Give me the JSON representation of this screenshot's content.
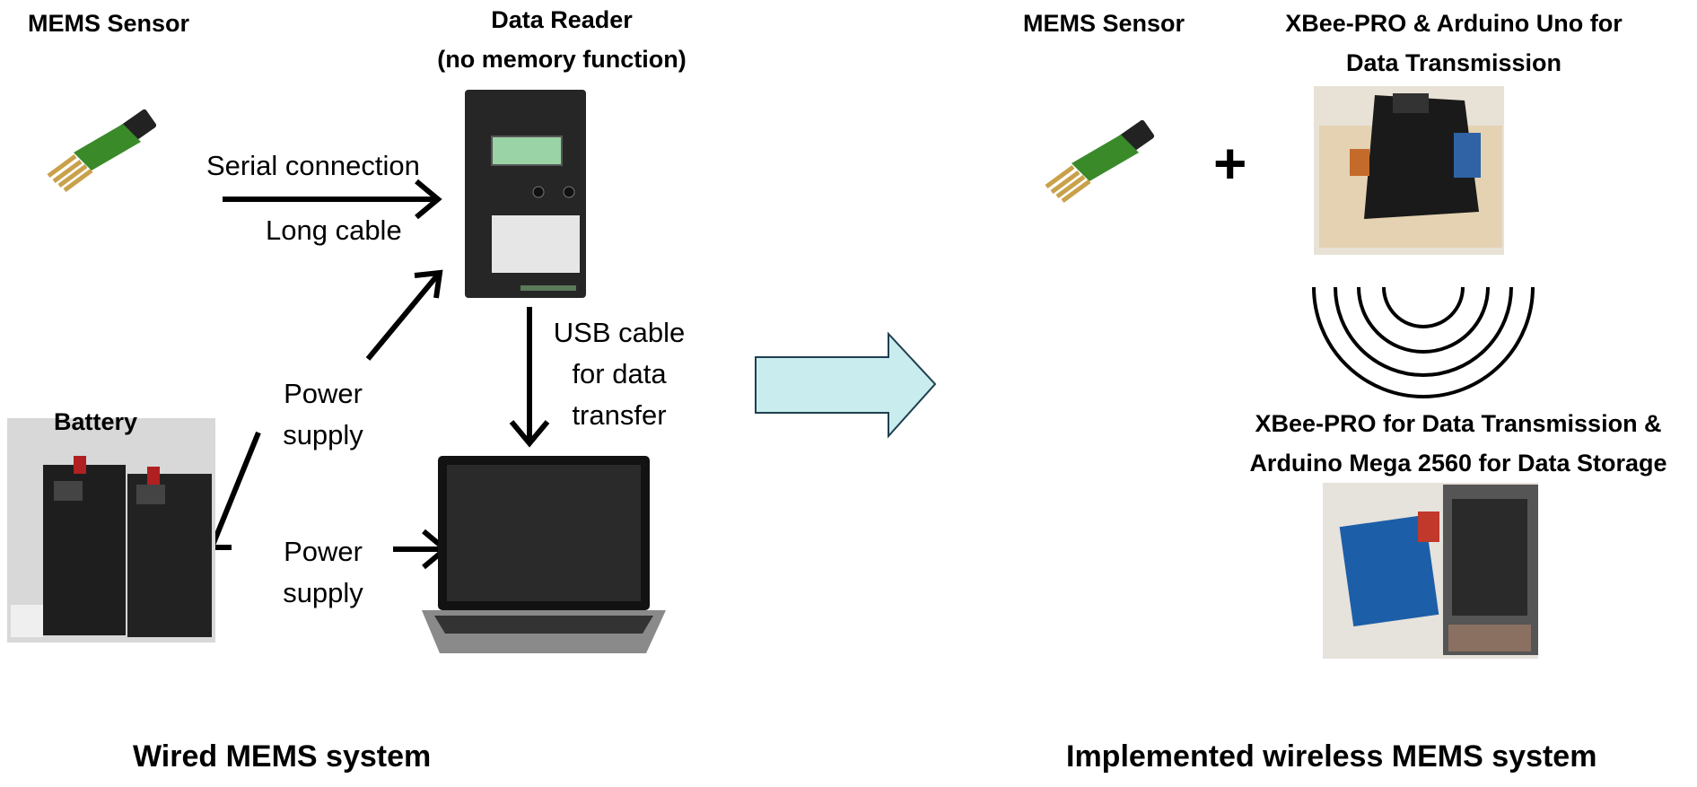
{
  "wired": {
    "sensor_title": "MEMS Sensor",
    "reader_title_1": "Data Reader",
    "reader_title_2": "(no memory function)",
    "serial_connection": "Serial connection",
    "long_cable": "Long cable",
    "usb_1": "USB cable",
    "usb_2": "for data",
    "usb_3": "transfer",
    "power1_1": "Power",
    "power1_2": "supply",
    "battery_title": "Battery",
    "power2_1": "Power",
    "power2_2": "supply",
    "caption": "Wired  MEMS system"
  },
  "wireless": {
    "sensor_title": "MEMS Sensor",
    "xbee_uno_1": "XBee-PRO & Arduino Uno for",
    "xbee_uno_2": "Data Transmission",
    "plus": "+",
    "xbee_mega_1": "XBee-PRO  for Data Transmission &",
    "xbee_mega_2": "Arduino Mega 2560 for Data Storage",
    "caption": "Implemented wireless MEMS system"
  },
  "colors": {
    "arrow_fill": "#c9ecee",
    "arrow_stroke": "#1f3f4f",
    "sensor_board": "#3a8a2a",
    "sensor_head": "#222222",
    "pins": "#c9a14a"
  },
  "icons": {
    "sensor": "mems-sensor-icon",
    "reader": "data-reader-device",
    "laptop": "laptop-icon",
    "battery": "battery-photo",
    "wifi": "wireless-signal-icon"
  }
}
